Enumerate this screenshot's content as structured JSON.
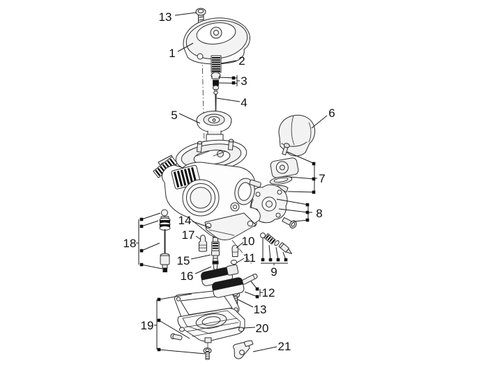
{
  "diagram": {
    "background_color": "#ffffff",
    "line_color": "#1a1a1a",
    "fill_light": "#f2f2f2",
    "fill_dark": "#111111",
    "callouts": [
      {
        "label": "13"
      },
      {
        "label": "1"
      },
      {
        "label": "2"
      },
      {
        "label": "3"
      },
      {
        "label": "4"
      },
      {
        "label": "5"
      },
      {
        "label": "6"
      },
      {
        "label": "7"
      },
      {
        "label": "8"
      },
      {
        "label": "9"
      },
      {
        "label": "10"
      },
      {
        "label": "11"
      },
      {
        "label": "12"
      },
      {
        "label": "13"
      },
      {
        "label": "14"
      },
      {
        "label": "15"
      },
      {
        "label": "16"
      },
      {
        "label": "17"
      },
      {
        "label": "18"
      },
      {
        "label": "19"
      },
      {
        "label": "20"
      },
      {
        "label": "21"
      }
    ]
  }
}
